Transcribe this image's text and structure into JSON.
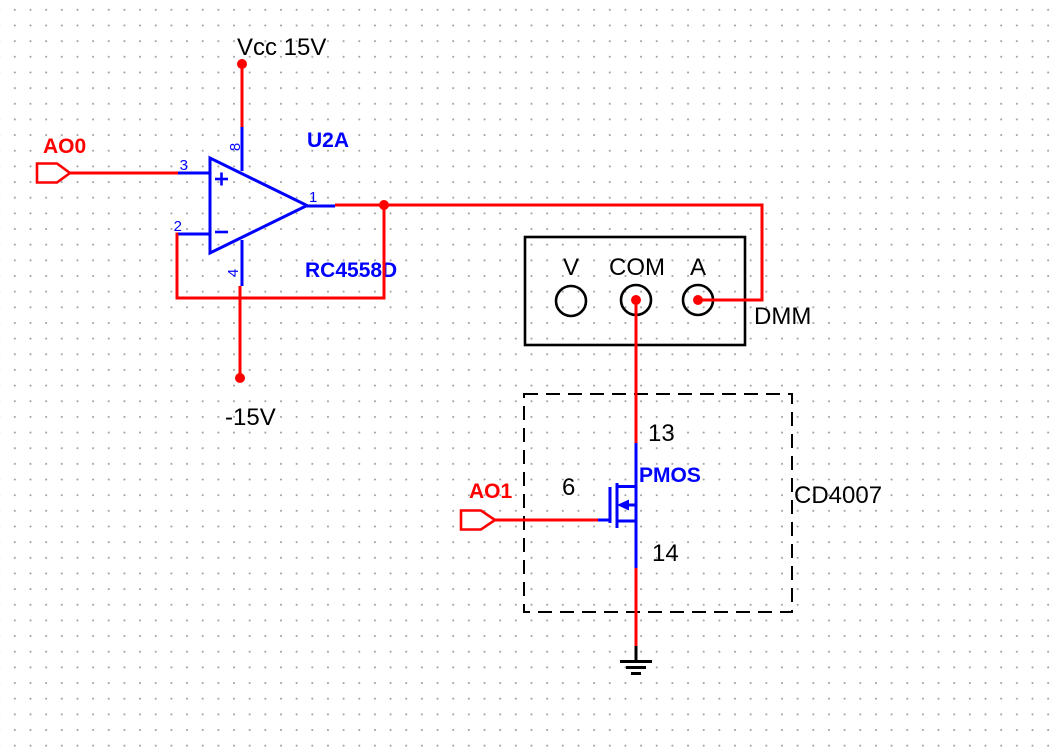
{
  "colors": {
    "wire_red": "#ff0000",
    "component_blue": "#0000ff",
    "annotation_black": "#000000",
    "grid_dot_gray": "#a3a3a3"
  },
  "power": {
    "vcc_label": "Vcc 15V",
    "vee_label": "-15V"
  },
  "connectors": {
    "ao0_label": "AO0",
    "ao1_label": "AO1"
  },
  "opamp": {
    "designator": "U2A",
    "part_number": "RC4558D",
    "pins": {
      "noninverting_input": "3",
      "inverting_input": "2",
      "positive_supply": "8",
      "negative_supply": "4",
      "output": "1"
    }
  },
  "dmm": {
    "instrument_label": "DMM",
    "terminals": {
      "volts": "V",
      "common": "COM",
      "amps": "A"
    }
  },
  "ic_cd4007": {
    "part_label": "CD4007",
    "transistor_label": "PMOS",
    "pins": {
      "drain": "13",
      "gate": "6",
      "source": "14"
    }
  }
}
